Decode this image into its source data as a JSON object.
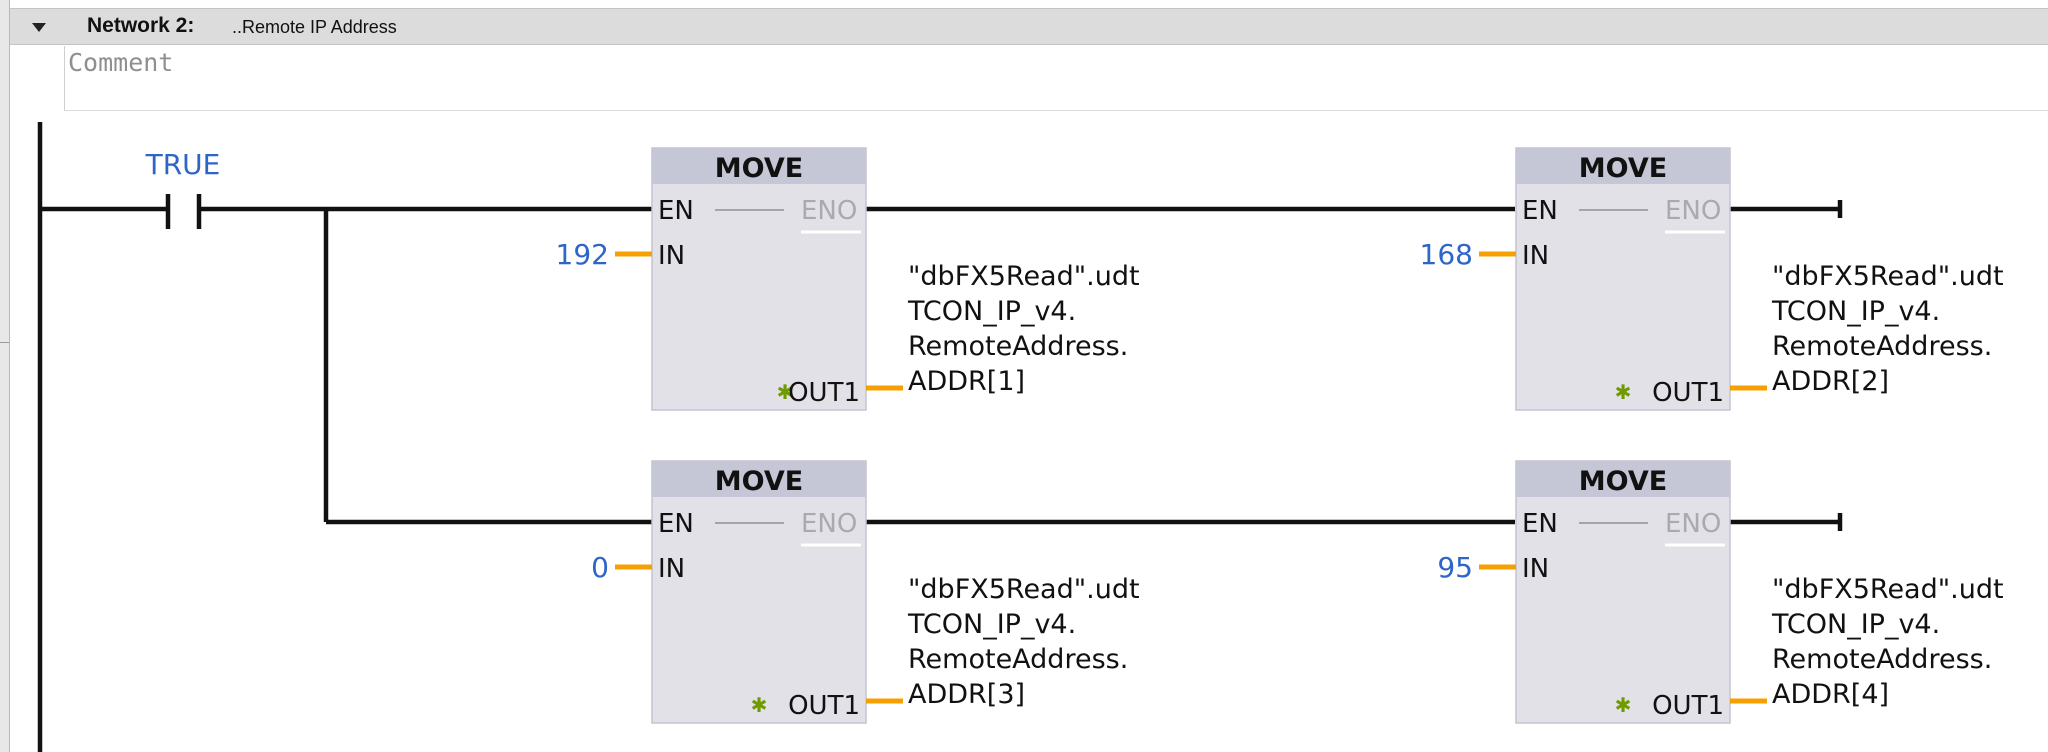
{
  "network": {
    "title": "Network 2:",
    "subtitle": "..Remote IP Address",
    "comment_placeholder": "Comment"
  },
  "contact": {
    "label": "TRUE"
  },
  "blocks": [
    {
      "title": "MOVE",
      "en": "EN",
      "eno": "ENO",
      "in_label": "IN",
      "out_label": "OUT1",
      "in_value": "192",
      "out_lines": [
        "\"dbFX5Read\".udt",
        "TCON_IP_v4.",
        "RemoteAddress.",
        "ADDR[1]"
      ]
    },
    {
      "title": "MOVE",
      "en": "EN",
      "eno": "ENO",
      "in_label": "IN",
      "out_label": "OUT1",
      "in_value": "168",
      "out_lines": [
        "\"dbFX5Read\".udt",
        "TCON_IP_v4.",
        "RemoteAddress.",
        "ADDR[2]"
      ]
    },
    {
      "title": "MOVE",
      "en": "EN",
      "eno": "ENO",
      "in_label": "IN",
      "out_label": "OUT1",
      "in_value": "0",
      "out_lines": [
        "\"dbFX5Read\".udt",
        "TCON_IP_v4.",
        "RemoteAddress.",
        "ADDR[3]"
      ]
    },
    {
      "title": "MOVE",
      "en": "EN",
      "eno": "ENO",
      "in_label": "IN",
      "out_label": "OUT1",
      "in_value": "95",
      "out_lines": [
        "\"dbFX5Read\".udt",
        "TCON_IP_v4.",
        "RemoteAddress.",
        "ADDR[4]"
      ]
    }
  ],
  "colors": {
    "constant": "#2e66c8",
    "pin": "#f5a000",
    "block_body": "#e1e1e7",
    "block_header": "#c5c7d6"
  }
}
